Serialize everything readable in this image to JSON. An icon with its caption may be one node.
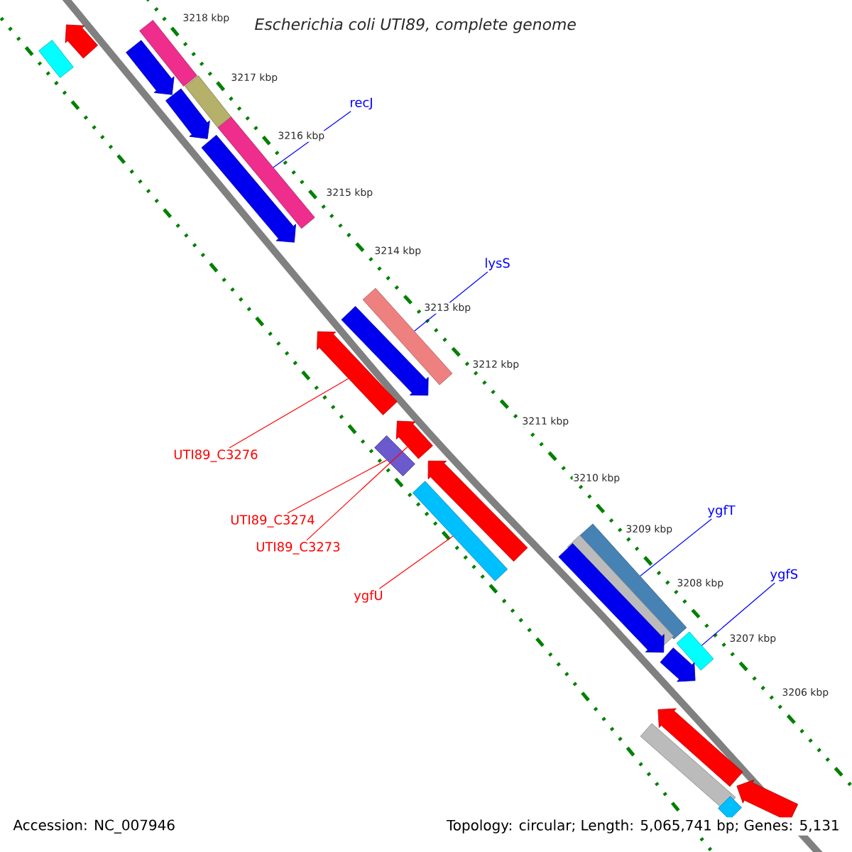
{
  "diagram": {
    "title": "Escherichia coli UTI89, complete genome",
    "nodes": [
      {
        "text": [
          "recJ"
        ]
      },
      {
        "text": [],
        "shape": "bar"
      },
      {
        "text": [
          "lysS"
        ]
      },
      {
        "text": [],
        "shape": "bar"
      },
      {
        "text": [
          "UTI89_C3276"
        ]
      },
      {
        "text": [],
        "shape": "arrow"
      },
      {
        "text": [
          "UTI89_C3274"
        ]
      },
      {
        "text": [],
        "shape": "bar"
      },
      {
        "text": [
          "UTI89_C3273"
        ]
      },
      {
        "text": [],
        "shape": "arrow"
      },
      {
        "text": [
          "ygfU"
        ]
      },
      {
        "text": [],
        "shape": "bar"
      },
      {
        "text": [
          "ygfT"
        ]
      },
      {
        "text": [],
        "shape": "bar"
      },
      {
        "text": [
          "ygfS"
        ]
      },
      {
        "text": [],
        "shape": "bar"
      },
      {
        "text": [],
        "shape": "bar"
      },
      {
        "text": [],
        "shape": "bar"
      },
      {
        "text": [],
        "shape": "arrow"
      },
      {
        "text": [],
        "shape": "arrow"
      },
      {
        "text": [],
        "shape": "arrow"
      },
      {
        "text": [],
        "shape": "bar"
      },
      {
        "text": [],
        "shape": "arrow"
      },
      {
        "text": [],
        "shape": "arrow"
      },
      {
        "text": [],
        "shape": "arrow"
      },
      {
        "text": [],
        "shape": "bar"
      },
      {
        "text": [],
        "shape": "arrow"
      },
      {
        "text": [],
        "shape": "arrow"
      },
      {
        "text": [],
        "shape": "bar"
      },
      {
        "text": [],
        "shape": "arrow"
      },
      {
        "text": [],
        "shape": "arrow"
      },
      {
        "text": [],
        "shape": "bar"
      }
    ],
    "edges": [
      {
        "from": 0,
        "to": 1,
        "arrow": "none",
        "color": "#0000ff"
      },
      {
        "from": 2,
        "to": 3,
        "arrow": "none",
        "color": "#0000ff"
      },
      {
        "from": 4,
        "to": 5,
        "arrow": "none",
        "color": "#ff0000"
      },
      {
        "from": 6,
        "to": 7,
        "arrow": "none",
        "color": "#ff0000"
      },
      {
        "from": 8,
        "to": 9,
        "arrow": "none",
        "color": "#ff0000"
      },
      {
        "from": 10,
        "to": 11,
        "arrow": "none",
        "color": "#ff0000"
      },
      {
        "from": 12,
        "to": 13,
        "arrow": "none",
        "color": "#0000ff"
      },
      {
        "from": 14,
        "to": 15,
        "arrow": "none",
        "color": "#0000ff"
      }
    ],
    "labels": [
      "3218 kbp",
      "3217 kbp",
      "3216 kbp",
      "3215 kbp",
      "3214 kbp",
      "3213 kbp",
      "3212 kbp",
      "3211 kbp",
      "3210 kbp",
      "3209 kbp",
      "3208 kbp",
      "3207 kbp",
      "3206 kbp",
      "Accession: NC_007946",
      "Topology: circular; Length: 5,065,741 bp; Genes: 5,131"
    ]
  }
}
